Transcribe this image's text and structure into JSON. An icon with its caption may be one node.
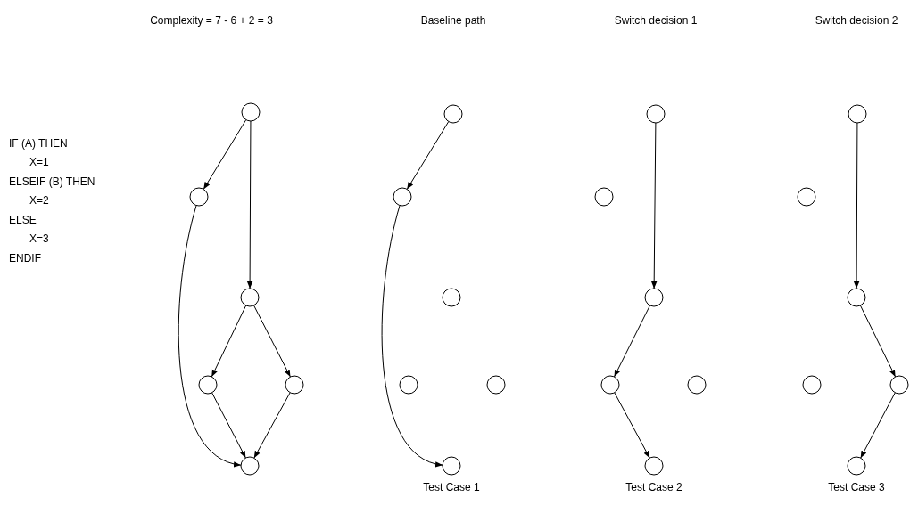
{
  "diagram": {
    "nodes": [
      {
        "text": [],
        "shape": "circle"
      },
      {
        "text": [],
        "shape": "circle"
      },
      {
        "text": [],
        "shape": "circle"
      },
      {
        "text": [],
        "shape": "circle"
      },
      {
        "text": [],
        "shape": "circle"
      },
      {
        "text": [],
        "shape": "circle"
      },
      {
        "text": [],
        "shape": "circle"
      },
      {
        "text": [],
        "shape": "circle"
      },
      {
        "text": [],
        "shape": "circle"
      },
      {
        "text": [],
        "shape": "circle"
      },
      {
        "text": [],
        "shape": "circle"
      },
      {
        "text": [],
        "shape": "circle",
        "beside": [
          "Test Case 1"
        ]
      },
      {
        "text": [],
        "shape": "circle"
      },
      {
        "text": [],
        "shape": "circle"
      },
      {
        "text": [],
        "shape": "circle"
      },
      {
        "text": [],
        "shape": "circle"
      },
      {
        "text": [],
        "shape": "circle"
      },
      {
        "text": [],
        "shape": "circle",
        "beside": [
          "Test Case 2"
        ]
      },
      {
        "text": [],
        "shape": "circle"
      },
      {
        "text": [],
        "shape": "circle"
      },
      {
        "text": [],
        "shape": "circle"
      },
      {
        "text": [],
        "shape": "circle"
      },
      {
        "text": [],
        "shape": "circle"
      },
      {
        "text": [],
        "shape": "circle",
        "beside": [
          "Test Case 3"
        ]
      }
    ],
    "edges": [
      {
        "from": 0,
        "to": 1,
        "arrow": "to"
      },
      {
        "from": 0,
        "to": 2,
        "arrow": "to"
      },
      {
        "from": 1,
        "to": 5,
        "arrow": "to"
      },
      {
        "from": 2,
        "to": 3,
        "arrow": "to"
      },
      {
        "from": 2,
        "to": 4,
        "arrow": "to"
      },
      {
        "from": 3,
        "to": 5,
        "arrow": "to"
      },
      {
        "from": 4,
        "to": 5,
        "arrow": "to"
      },
      {
        "from": 6,
        "to": 7,
        "arrow": "to"
      },
      {
        "from": 7,
        "to": 11,
        "arrow": "to"
      },
      {
        "from": 12,
        "to": 14,
        "arrow": "to"
      },
      {
        "from": 14,
        "to": 15,
        "arrow": "to"
      },
      {
        "from": 15,
        "to": 17,
        "arrow": "to"
      },
      {
        "from": 18,
        "to": 20,
        "arrow": "to"
      },
      {
        "from": 20,
        "to": 22,
        "arrow": "to"
      },
      {
        "from": 22,
        "to": 23,
        "arrow": "to"
      }
    ],
    "labels": [
      "Complexity = 7 - 6 + 2 = 3",
      "Baseline path",
      "Switch decision 1",
      "Switch decision 2",
      "IF (A) THEN",
      "X=1",
      "ELSEIF (B) THEN",
      "X=2",
      "ELSE",
      "X=3",
      "ENDIF"
    ]
  }
}
